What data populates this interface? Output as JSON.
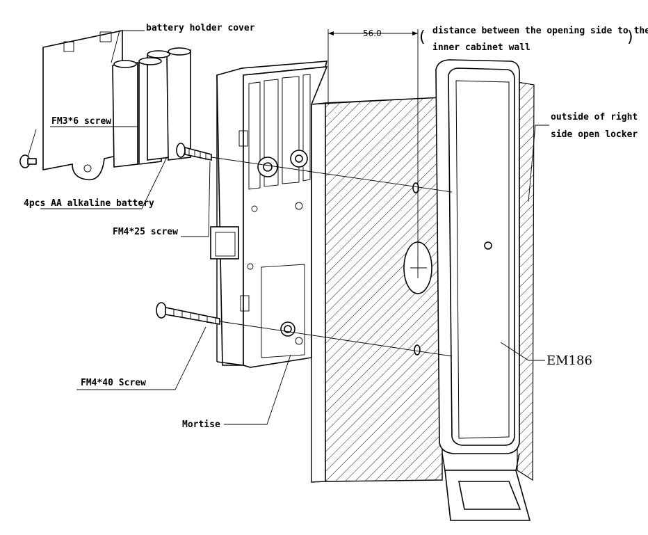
{
  "labels": {
    "battery_cover": "battery holder cover",
    "fm3_screw": "FM3*6 screw",
    "battery": "4pcs AA alkaline battery",
    "fm4_25": "FM4*25 screw",
    "fm4_40": "FM4*40 Screw",
    "mortise": "Mortise",
    "outside_line1": "outside of right",
    "outside_line2": "side open locker",
    "model": "EM186",
    "dimension_value": "56.0",
    "dimension_note_line1": "distance between the opening side to the",
    "dimension_note_line2": "inner cabinet wall",
    "paren_open": "(",
    "paren_close": ")"
  }
}
